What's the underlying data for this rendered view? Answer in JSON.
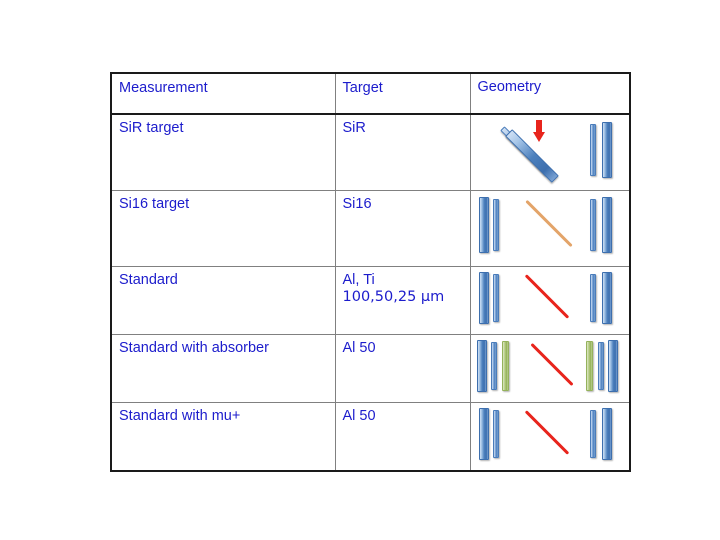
{
  "slide": {
    "background_color": "#ffffff",
    "text_color": "#1c1ccc",
    "border_color": "#1a1a1a"
  },
  "table": {
    "columns": [
      {
        "key": "measurement",
        "label": "Measurement"
      },
      {
        "key": "target",
        "label": "Target"
      },
      {
        "key": "geometry",
        "label": "Geometry"
      }
    ],
    "rows": [
      {
        "measurement": "SiR target",
        "target_lines": [
          "SiR"
        ],
        "geometry": {
          "name": "sir-target-geometry",
          "description": "two parallel tilted blue target bars with red beam arrow and two vertical detector bars at right",
          "elements": [
            "diagonal-bar-thin",
            "diagonal-bar-thick",
            "red-down-arrow",
            "vertical-bar-thin",
            "vertical-bar-thick"
          ]
        }
      },
      {
        "measurement": "Si16 target",
        "target_lines": [
          "Si16"
        ],
        "geometry": {
          "name": "si16-target-geometry",
          "description": "vertical blue detector bars at left and right with an orange diagonal track between them",
          "elements": [
            "vertical-bar-thick",
            "vertical-bar-thin",
            "orange-diagonal-track",
            "vertical-bar-thin",
            "vertical-bar-thick"
          ]
        }
      },
      {
        "measurement": "Standard",
        "target_lines": [
          "Al, Ti",
          "100,50,25 μm"
        ],
        "geometry": {
          "name": "standard-geometry",
          "description": "vertical blue detector bars at left and right with a red diagonal track between them",
          "elements": [
            "vertical-bar-thick",
            "vertical-bar-thin",
            "red-diagonal-track",
            "vertical-bar-thin",
            "vertical-bar-thick"
          ]
        }
      },
      {
        "measurement": "Standard with absorber",
        "target_lines": [
          "Al 50"
        ],
        "geometry": {
          "name": "standard-with-absorber-geometry",
          "description": "vertical blue detector bars plus green absorber bars at left and right with a red diagonal track between them",
          "elements": [
            "vertical-bar-thick",
            "vertical-bar-thin",
            "green-absorber-bar",
            "red-diagonal-track",
            "green-absorber-bar",
            "vertical-bar-thin",
            "vertical-bar-thick"
          ]
        }
      },
      {
        "measurement": "Standard with mu+",
        "target_lines": [
          "Al 50"
        ],
        "geometry": {
          "name": "standard-with-mu-plus-geometry",
          "description": "vertical blue detector bars at left and right with a red diagonal muon track between them",
          "elements": [
            "vertical-bar-thick",
            "vertical-bar-thin",
            "red-diagonal-track",
            "vertical-bar-thin",
            "vertical-bar-thick"
          ]
        }
      }
    ]
  },
  "colors": {
    "detector_blue": "#4c80bd",
    "absorber_green": "#95b25b",
    "track_red": "#e8241c",
    "track_orange": "#e3a469",
    "text_blue": "#1c1ccc"
  }
}
